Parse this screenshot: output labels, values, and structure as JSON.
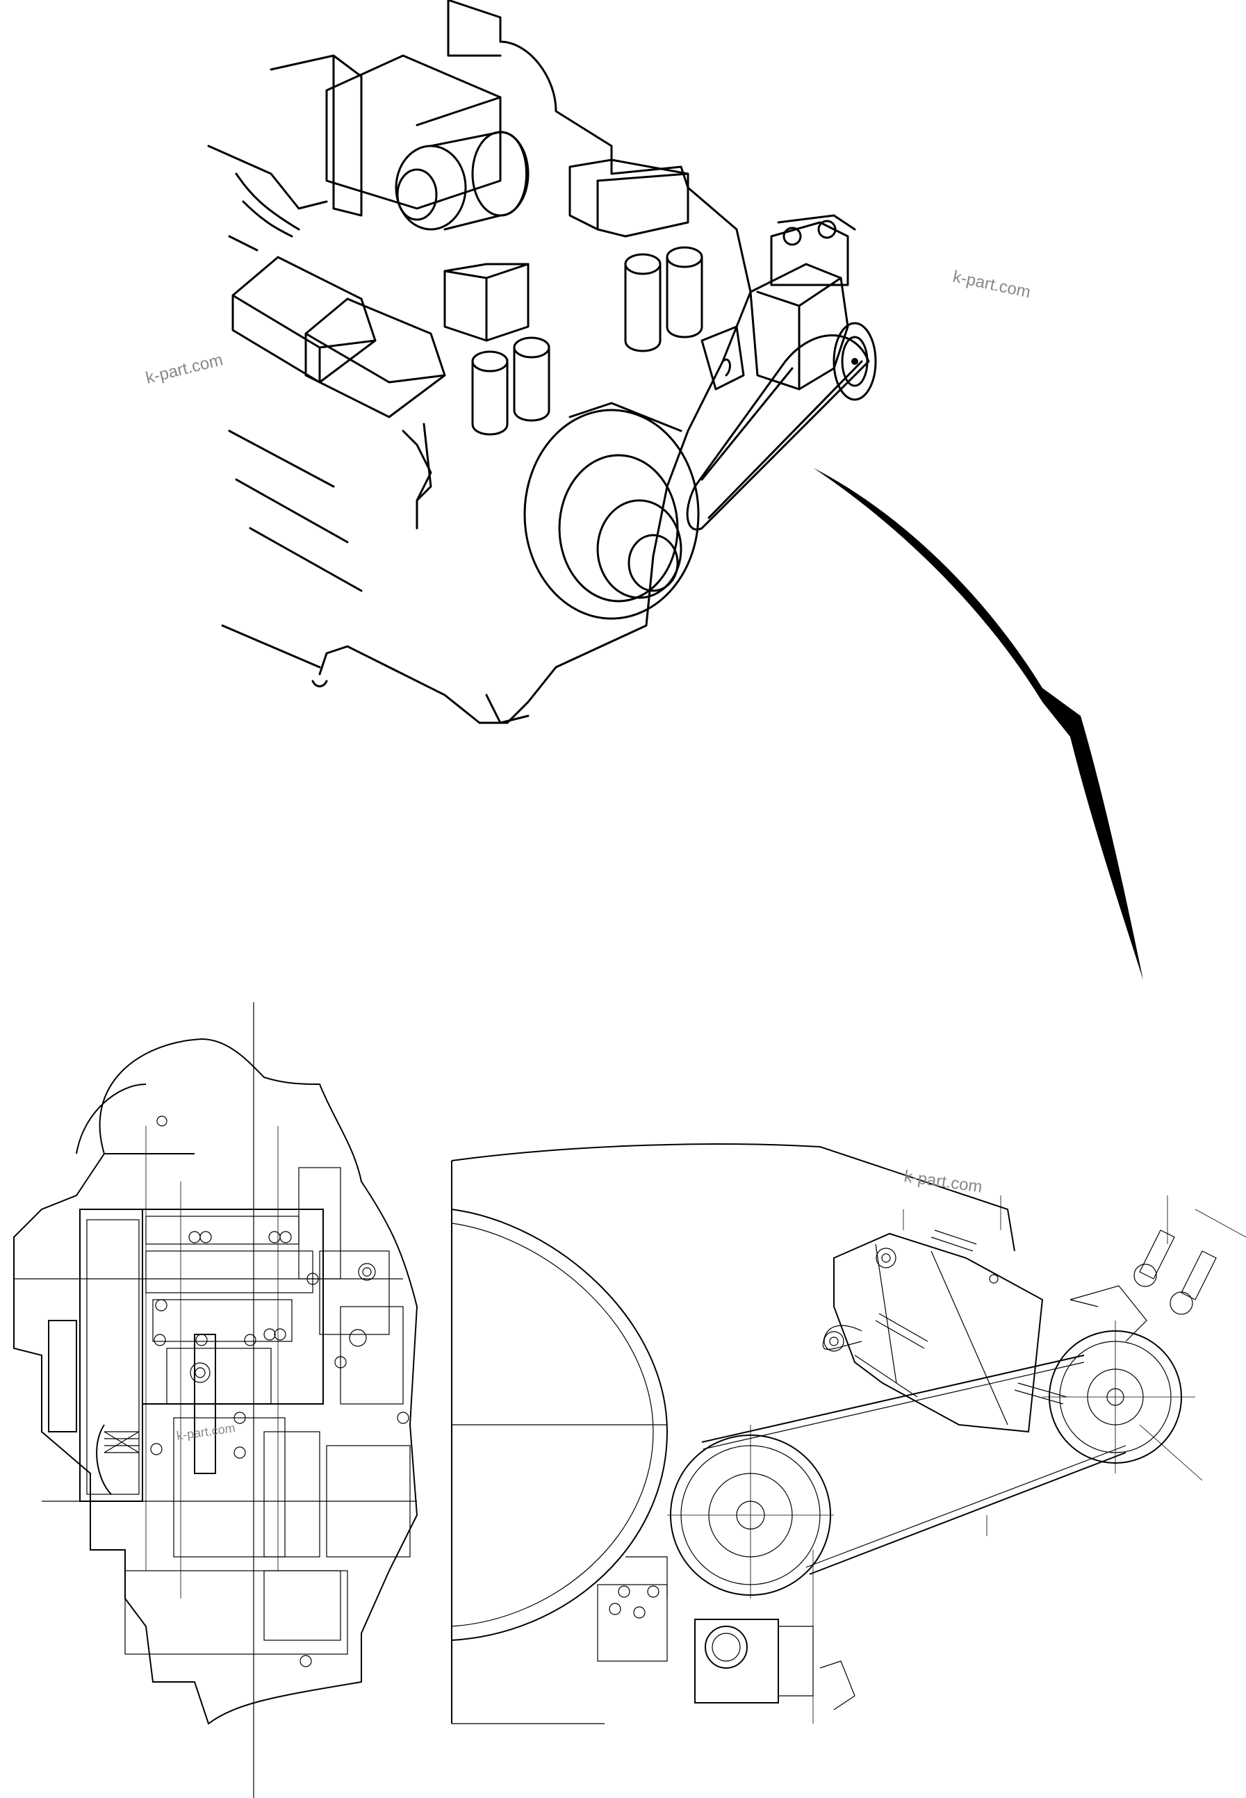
{
  "watermarks": {
    "top_left": "k-part.com",
    "top_right": "k-part.com",
    "bottom_right": "k-part.com",
    "bottom_left": "k-part.com"
  },
  "colors": {
    "line": "#000000",
    "watermark": "#888888",
    "background": "#ffffff"
  }
}
